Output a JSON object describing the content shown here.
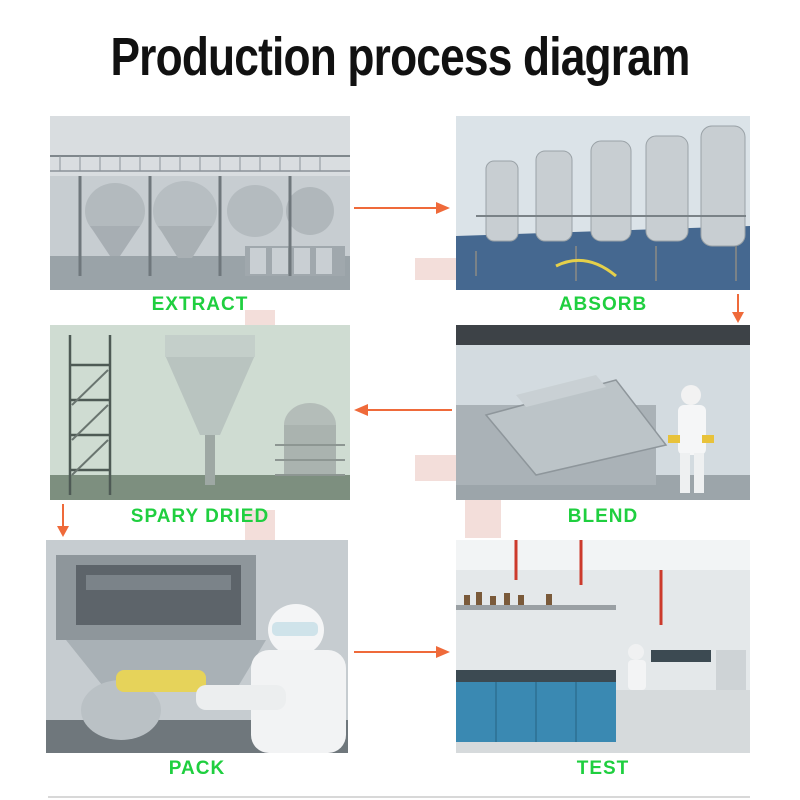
{
  "title": "Production process diagram",
  "colors": {
    "label_green": "#1fcf3f",
    "arrow_orange": "#ef6a3a",
    "watermark": "#e9c2bb"
  },
  "steps": [
    {
      "label": "EXTRACT"
    },
    {
      "label": "ABSORB"
    },
    {
      "label": "SPARY DRIED"
    },
    {
      "label": "BLEND"
    },
    {
      "label": "PACK"
    },
    {
      "label": "TEST"
    }
  ]
}
